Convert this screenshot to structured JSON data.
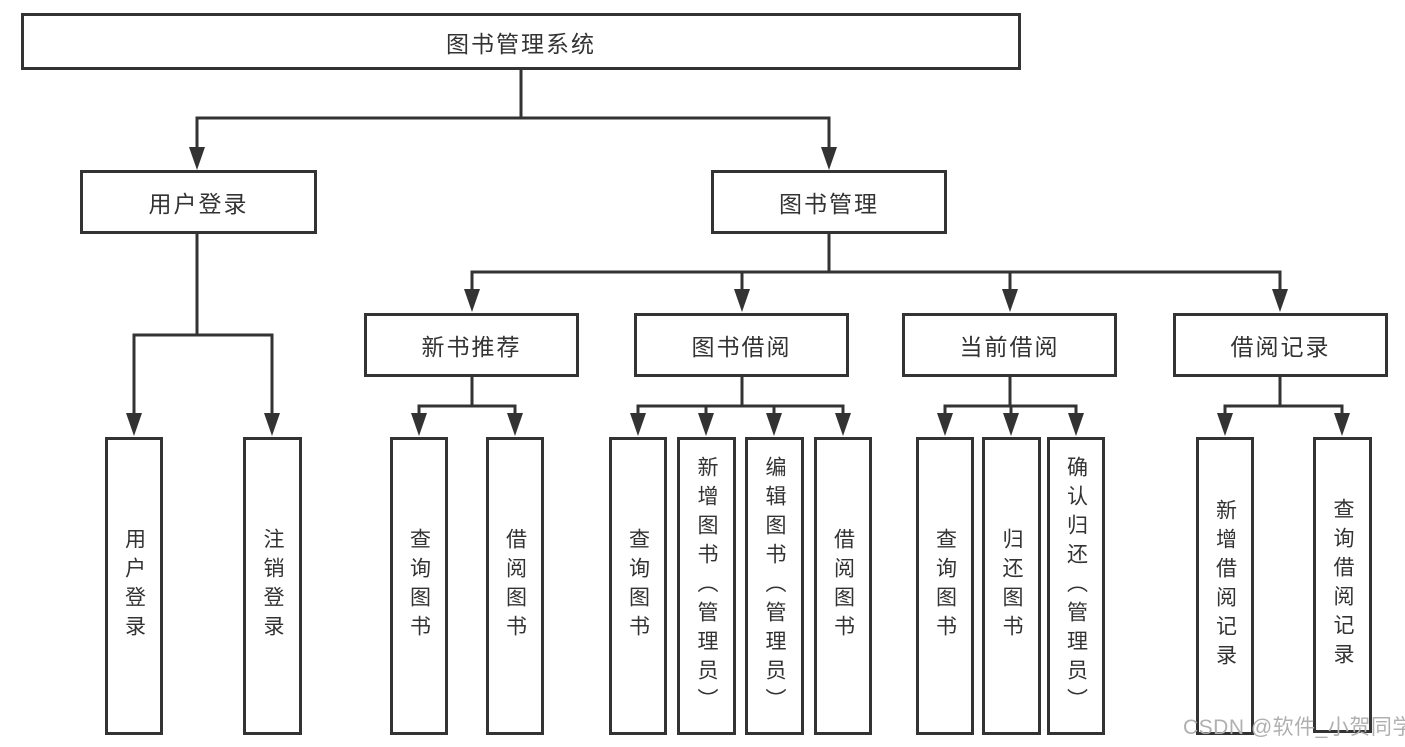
{
  "diagram": {
    "type": "hierarchy-tree",
    "tree": {
      "root": "图书管理系统",
      "children": [
        {
          "label": "用户登录",
          "children": [
            {
              "label": "用户登录"
            },
            {
              "label": "注销登录"
            }
          ]
        },
        {
          "label": "图书管理",
          "children": [
            {
              "label": "新书推荐",
              "children": [
                {
                  "label": "查询图书"
                },
                {
                  "label": "借阅图书"
                }
              ]
            },
            {
              "label": "图书借阅",
              "children": [
                {
                  "label": "查询图书"
                },
                {
                  "label": "新增图书（管理员）"
                },
                {
                  "label": "编辑图书（管理员）"
                },
                {
                  "label": "借阅图书"
                }
              ]
            },
            {
              "label": "当前借阅",
              "children": [
                {
                  "label": "查询图书"
                },
                {
                  "label": "归还图书"
                },
                {
                  "label": "确认归还（管理员）"
                }
              ]
            },
            {
              "label": "借阅记录",
              "children": [
                {
                  "label": "新增借阅记录"
                },
                {
                  "label": "查询借阅记录"
                }
              ]
            }
          ]
        }
      ]
    }
  },
  "watermark": {
    "text": "CSDN @软件_小贺同学"
  },
  "colors": {
    "line": "#333333",
    "box_border": "#333333",
    "text": "#333333",
    "watermark": "#b0b0b0",
    "background": "#ffffff"
  }
}
